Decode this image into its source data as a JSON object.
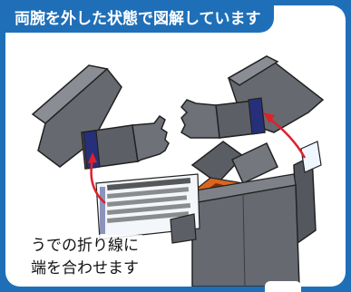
{
  "title": "両腕を外した状態で図解しています",
  "caption": {
    "line1": "うでの折り線に",
    "line2": "端を合わせます"
  },
  "colors": {
    "frame": "#1f6fb8",
    "body_gray": "#666a70",
    "arm_band": "#26307a",
    "arrow": "#e0202a",
    "orange": "#d9661f"
  }
}
